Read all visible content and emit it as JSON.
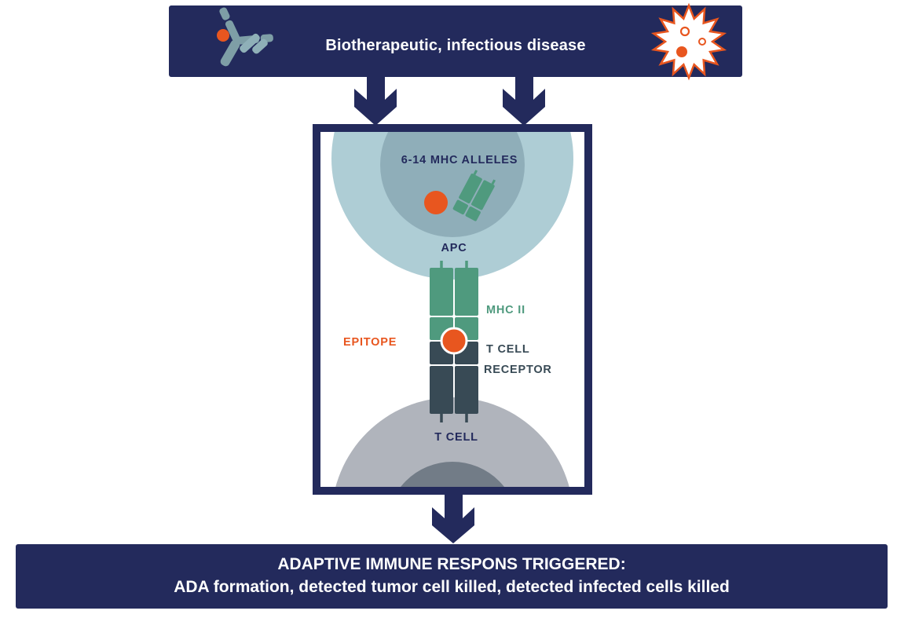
{
  "top_banner": {
    "title": "Biotherapeutic, infectious disease"
  },
  "diagram": {
    "mhc_alleles": "6-14 MHC ALLELES",
    "apc": "APC",
    "mhc_ii": "MHC II",
    "epitope": "EPITOPE",
    "tcr_line1": "T CELL",
    "tcr_line2": "RECEPTOR",
    "t_cell": "T CELL"
  },
  "bottom_banner": {
    "line1": "ADAPTIVE IMMUNE RESPONS TRIGGERED:",
    "line2": "ADA formation, detected tumor cell killed, detected infected cells killed"
  },
  "colors": {
    "navy": "#232a5c",
    "orange": "#e8561f",
    "green": "#4f9a7e",
    "slate": "#384a55",
    "apc_outer": "#aecdd5",
    "apc_inner": "#8faeb9",
    "tcell_outer": "#b0b4bc",
    "tcell_inner": "#727c87",
    "antibody": "#7e9ea6"
  },
  "icons": [
    "antibody-icon",
    "infected-cell-icon"
  ]
}
